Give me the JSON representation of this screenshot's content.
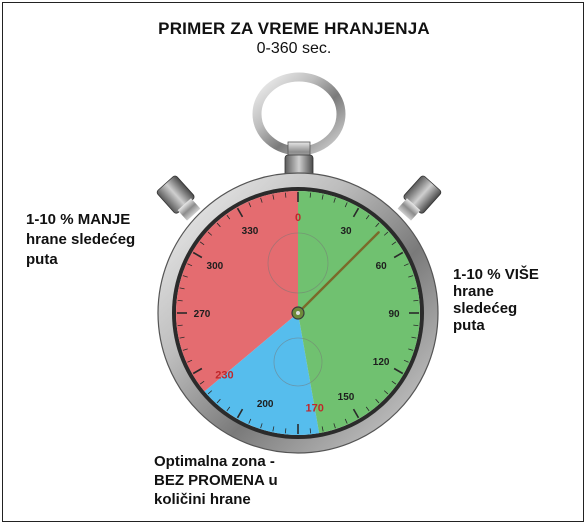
{
  "header": {
    "title": "PRIMER ZA VREME HRANJENJA",
    "subtitle": "0-360 sec."
  },
  "notes": {
    "left": [
      "1-10 % MANJE",
      "hrane sledećeg",
      "puta"
    ],
    "right": [
      "1-10 % VIŠE",
      "hrane",
      "sledećeg",
      "puta"
    ],
    "bottom": [
      "Optimalna zona -",
      "BEZ PROMENA u",
      "količini hrane"
    ]
  },
  "dial": {
    "labels": [
      "0",
      "30",
      "60",
      "90",
      "120",
      "150",
      "170",
      "200",
      "230",
      "270",
      "300",
      "330"
    ],
    "hand_value_sec": 45,
    "zones": [
      {
        "name": "less",
        "from": 230,
        "to": 360,
        "color": "#e0585c"
      },
      {
        "name": "optimal",
        "from": 170,
        "to": 230,
        "color": "#3fb4ea"
      },
      {
        "name": "more",
        "from": 0,
        "to": 170,
        "color": "#5cb85c"
      }
    ]
  }
}
